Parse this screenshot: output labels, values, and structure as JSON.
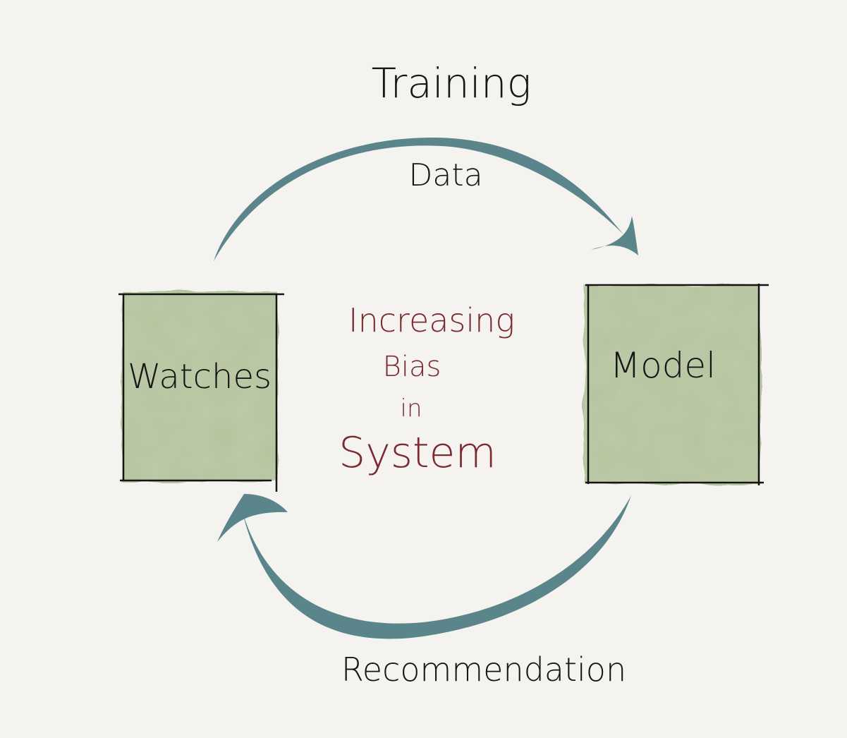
{
  "colors": {
    "background": "#f4f3ef",
    "box_fill": "#b5c39e",
    "box_edge": "#141414",
    "arrow": "#5a868b",
    "text": "#161616",
    "center_text": "#7a2a30"
  },
  "nodes": {
    "watches": {
      "label": "Watches"
    },
    "model": {
      "label": "Model"
    }
  },
  "edges": {
    "training": {
      "line1": "Training",
      "line2": "Data"
    },
    "recommendation": {
      "label": "Recommendation"
    }
  },
  "center": {
    "line1": "Increasing",
    "line2": "Bias",
    "line3": "in",
    "line4": "System"
  }
}
